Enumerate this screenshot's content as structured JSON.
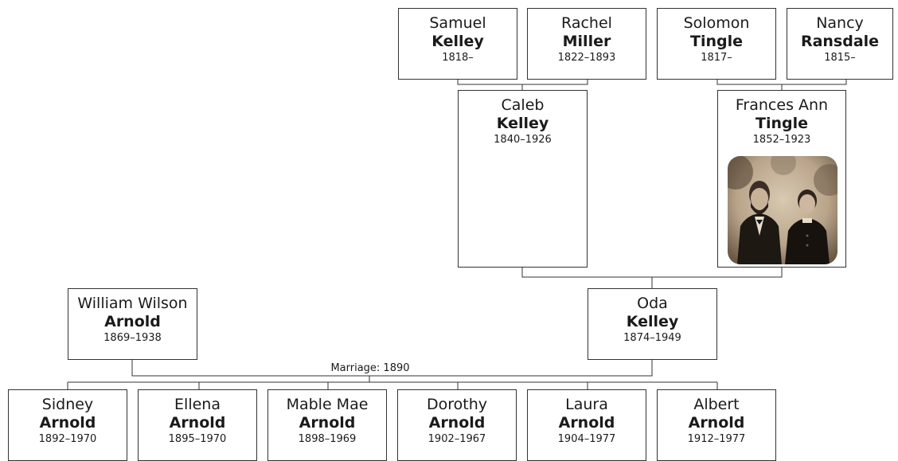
{
  "people": {
    "samuel_kelley": {
      "given": "Samuel",
      "surname": "Kelley",
      "dates": "1818–"
    },
    "rachel_miller": {
      "given": "Rachel",
      "surname": "Miller",
      "dates": "1822–1893"
    },
    "solomon_tingle": {
      "given": "Solomon",
      "surname": "Tingle",
      "dates": "1817–"
    },
    "nancy_ransdale": {
      "given": "Nancy",
      "surname": "Ransdale",
      "dates": "1815–"
    },
    "caleb_kelley": {
      "given": "Caleb",
      "surname": "Kelley",
      "dates": "1840–1926"
    },
    "frances_tingle": {
      "given": "Frances Ann",
      "surname": "Tingle",
      "dates": "1852–1923"
    },
    "william_arnold": {
      "given": "William Wilson",
      "surname": "Arnold",
      "dates": "1869–1938"
    },
    "oda_kelley": {
      "given": "Oda",
      "surname": "Kelley",
      "dates": "1874–1949"
    },
    "sidney_arnold": {
      "given": "Sidney",
      "surname": "Arnold",
      "dates": "1892–1970"
    },
    "ellena_arnold": {
      "given": "Ellena",
      "surname": "Arnold",
      "dates": "1895–1970"
    },
    "mable_arnold": {
      "given": "Mable Mae",
      "surname": "Arnold",
      "dates": "1898–1969"
    },
    "dorothy_arnold": {
      "given": "Dorothy",
      "surname": "Arnold",
      "dates": "1902–1967"
    },
    "laura_arnold": {
      "given": "Laura",
      "surname": "Arnold",
      "dates": "1904–1977"
    },
    "albert_arnold": {
      "given": "Albert",
      "surname": "Arnold",
      "dates": "1912–1977"
    }
  },
  "marriage": {
    "label": "Marriage: 1890"
  },
  "colors": {
    "border": "#333333",
    "photo_tone": "#b9a48a"
  }
}
